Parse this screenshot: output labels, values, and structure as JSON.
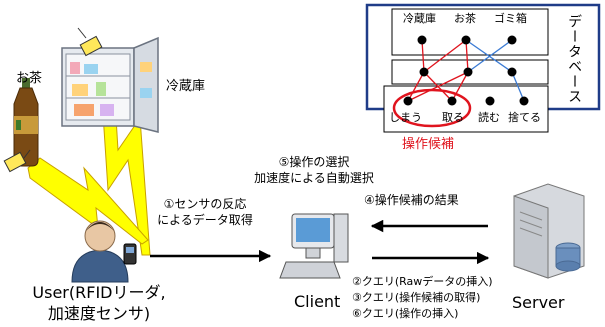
{
  "colors": {
    "accent_red": "#e0141e",
    "db_border": "#1f3c88",
    "lightning": "#ffff00",
    "arrow": "#000000",
    "edge_blue": "#3b7bd4"
  },
  "labels": {
    "ocha_left": "お茶",
    "reizouko_right": "冷蔵庫",
    "db_top_reizouko": "冷蔵庫",
    "db_top_ocha": "お茶",
    "db_top_gomibako": "ゴミ箱",
    "db_shimau": "しまう",
    "db_toru": "取る",
    "db_yomu": "読む",
    "db_suteru": "捨てる",
    "database_vertical": "データベース",
    "sousa_kouho": "操作候補",
    "step5_line1": "⑤操作の選択",
    "step5_line2": "加速度による自動選択",
    "step4": "④操作候補の結果",
    "step1_line1": "①センサの反応",
    "step1_line2": "によるデータ取得",
    "user_line1": "User(RFIDリーダ,",
    "user_line2": "加速度センサ)",
    "client": "Client",
    "server": "Server",
    "step2": "②クエリ(Rawデータの挿入)",
    "step3": "③クエリ(操作候補の取得)",
    "step6": "⑥クエリ(操作の挿入)"
  }
}
